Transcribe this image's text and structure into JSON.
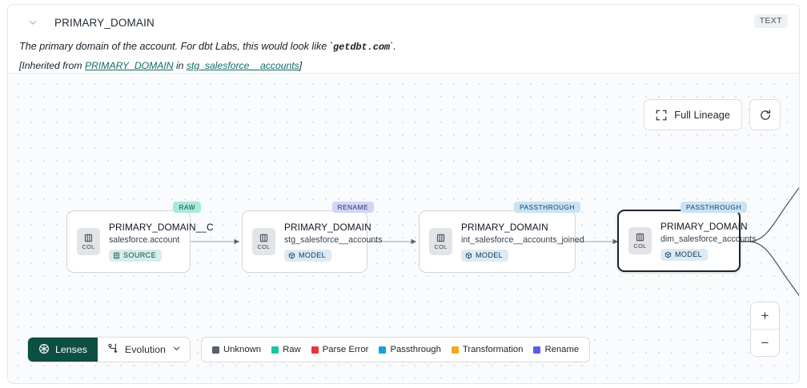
{
  "header": {
    "title": "PRIMARY_DOMAIN",
    "type_badge": "TEXT",
    "chevron_icon": "chevron-down-icon",
    "description_prefix": "The primary domain of the account. For dbt Labs, this would look like ",
    "description_code": "getdbt.com",
    "description_suffix": ".",
    "inherited_prefix": "[Inherited from ",
    "inherited_link": "PRIMARY_DOMAIN",
    "inherited_middle": " in ",
    "inherited_source": "stg_salesforce__accounts",
    "inherited_suffix": "]",
    "link_color": "#0f6b66"
  },
  "toolbar": {
    "full_lineage_label": "Full Lineage",
    "full_lineage_icon": "expand-corners-icon",
    "refresh_icon": "refresh-icon"
  },
  "lineage": {
    "nodes": [
      {
        "column": "PRIMARY_DOMAIN__C",
        "table": "salesforce.account",
        "kind": "SOURCE",
        "kind_icon": "database-icon",
        "tag": "RAW",
        "tag_type": "raw",
        "chip_label": "COL",
        "selected": false
      },
      {
        "column": "PRIMARY_DOMAIN",
        "table": "stg_salesforce__accounts",
        "kind": "MODEL",
        "kind_icon": "cube-icon",
        "tag": "RENAME",
        "tag_type": "rename",
        "chip_label": "COL",
        "selected": false
      },
      {
        "column": "PRIMARY_DOMAIN",
        "table": "int_salesforce__accounts_joined",
        "kind": "MODEL",
        "kind_icon": "cube-icon",
        "tag": "PASSTHROUGH",
        "tag_type": "passthrough",
        "chip_label": "COL",
        "selected": false
      },
      {
        "column": "PRIMARY_DOMAIN",
        "table": "dim_salesforce_accounts",
        "kind": "MODEL",
        "kind_icon": "cube-icon",
        "tag": "PASSTHROUGH",
        "tag_type": "passthrough",
        "chip_label": "COL",
        "selected": true
      }
    ]
  },
  "bottom": {
    "lenses_label": "Lenses",
    "lenses_icon": "aperture-icon",
    "evolution_label": "Evolution",
    "evolution_icon": "evolution-icon",
    "evolution_chevron": "chevron-down-icon",
    "legend": [
      {
        "label": "Unknown",
        "color": "#56606b"
      },
      {
        "label": "Raw",
        "color": "#17c4a0"
      },
      {
        "label": "Parse Error",
        "color": "#e8353a"
      },
      {
        "label": "Passthrough",
        "color": "#1a9fe0"
      },
      {
        "label": "Transformation",
        "color": "#f4a81d"
      },
      {
        "label": "Rename",
        "color": "#5b5be8"
      }
    ]
  },
  "zoom_controls": {
    "zoom_in_label": "+",
    "zoom_out_label": "−"
  }
}
